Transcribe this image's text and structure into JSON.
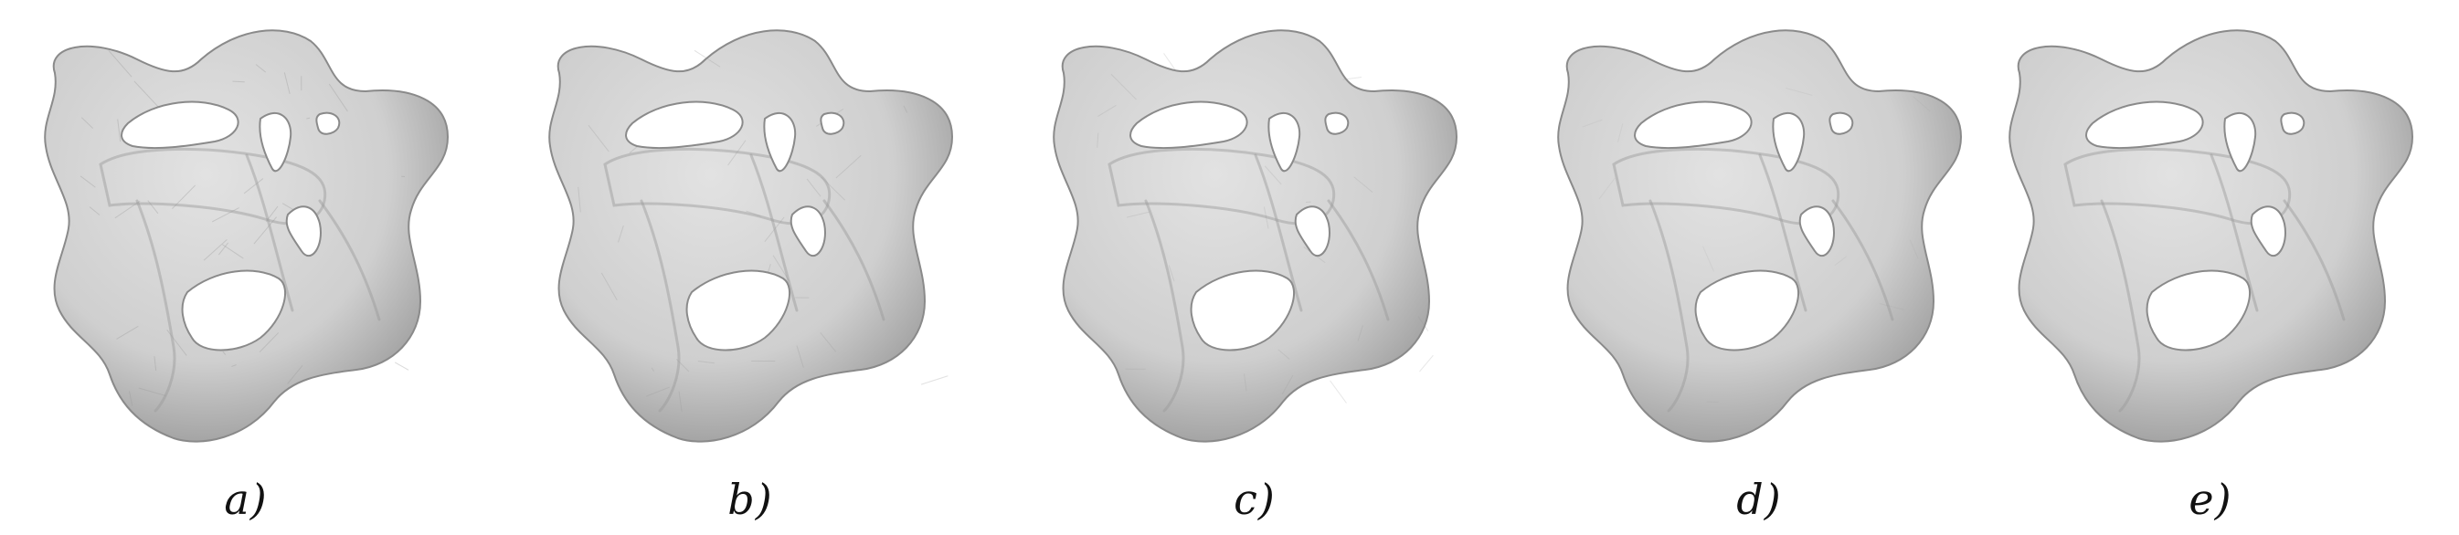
{
  "panels": [
    {
      "label": "a)",
      "facet_density": 0.9
    },
    {
      "label": "b)",
      "facet_density": 0.7
    },
    {
      "label": "c)",
      "facet_density": 0.5
    },
    {
      "label": "d)",
      "facet_density": 0.25
    },
    {
      "label": "e)",
      "facet_density": 0.0
    }
  ],
  "colors": {
    "surface": "#cfcfcf",
    "surface_light": "#e2e2e2",
    "surface_dark": "#9a9a9a",
    "outline": "#8a8a8a",
    "hole": "#ffffff",
    "label": "#111111"
  }
}
